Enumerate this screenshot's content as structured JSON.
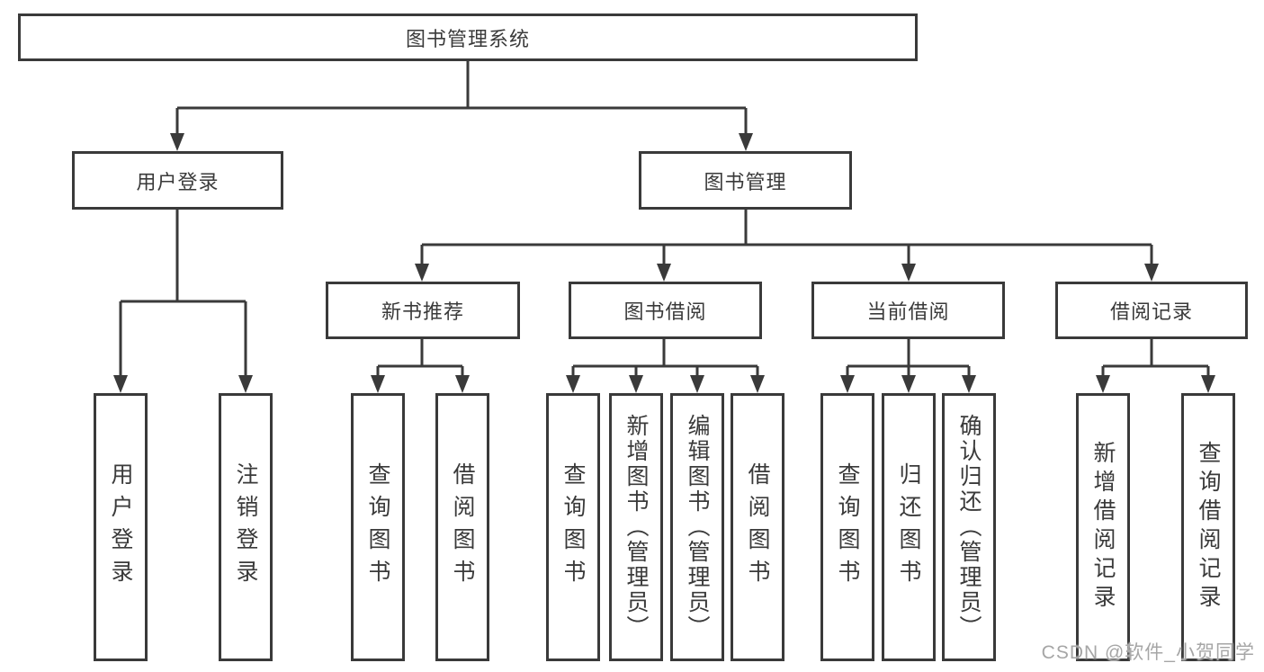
{
  "diagram": {
    "root": {
      "label": "图书管理系统"
    },
    "level2": [
      {
        "label": "用户登录"
      },
      {
        "label": "图书管理"
      }
    ],
    "level3": [
      {
        "label": "新书推荐"
      },
      {
        "label": "图书借阅"
      },
      {
        "label": "当前借阅"
      },
      {
        "label": "借阅记录"
      }
    ],
    "leaves": {
      "user_login": [
        "用户登录",
        "注销登录"
      ],
      "new_book": [
        "查询图书",
        "借阅图书"
      ],
      "book_borrow": [
        "查询图书",
        "新增图书（管理员）",
        "编辑图书（管理员）",
        "借阅图书"
      ],
      "current_borrow": [
        "查询图书",
        "归还图书",
        "确认归还（管理员）"
      ],
      "borrow_record": [
        "新增借阅记录",
        "查询借阅记录"
      ]
    },
    "colors": {
      "line": "#3a3a3a",
      "text": "#3a3a3a",
      "box_background": "#ffffff"
    }
  },
  "watermark": {
    "text": "CSDN @软件_小贺同学",
    "color": "#a6a6a6"
  }
}
